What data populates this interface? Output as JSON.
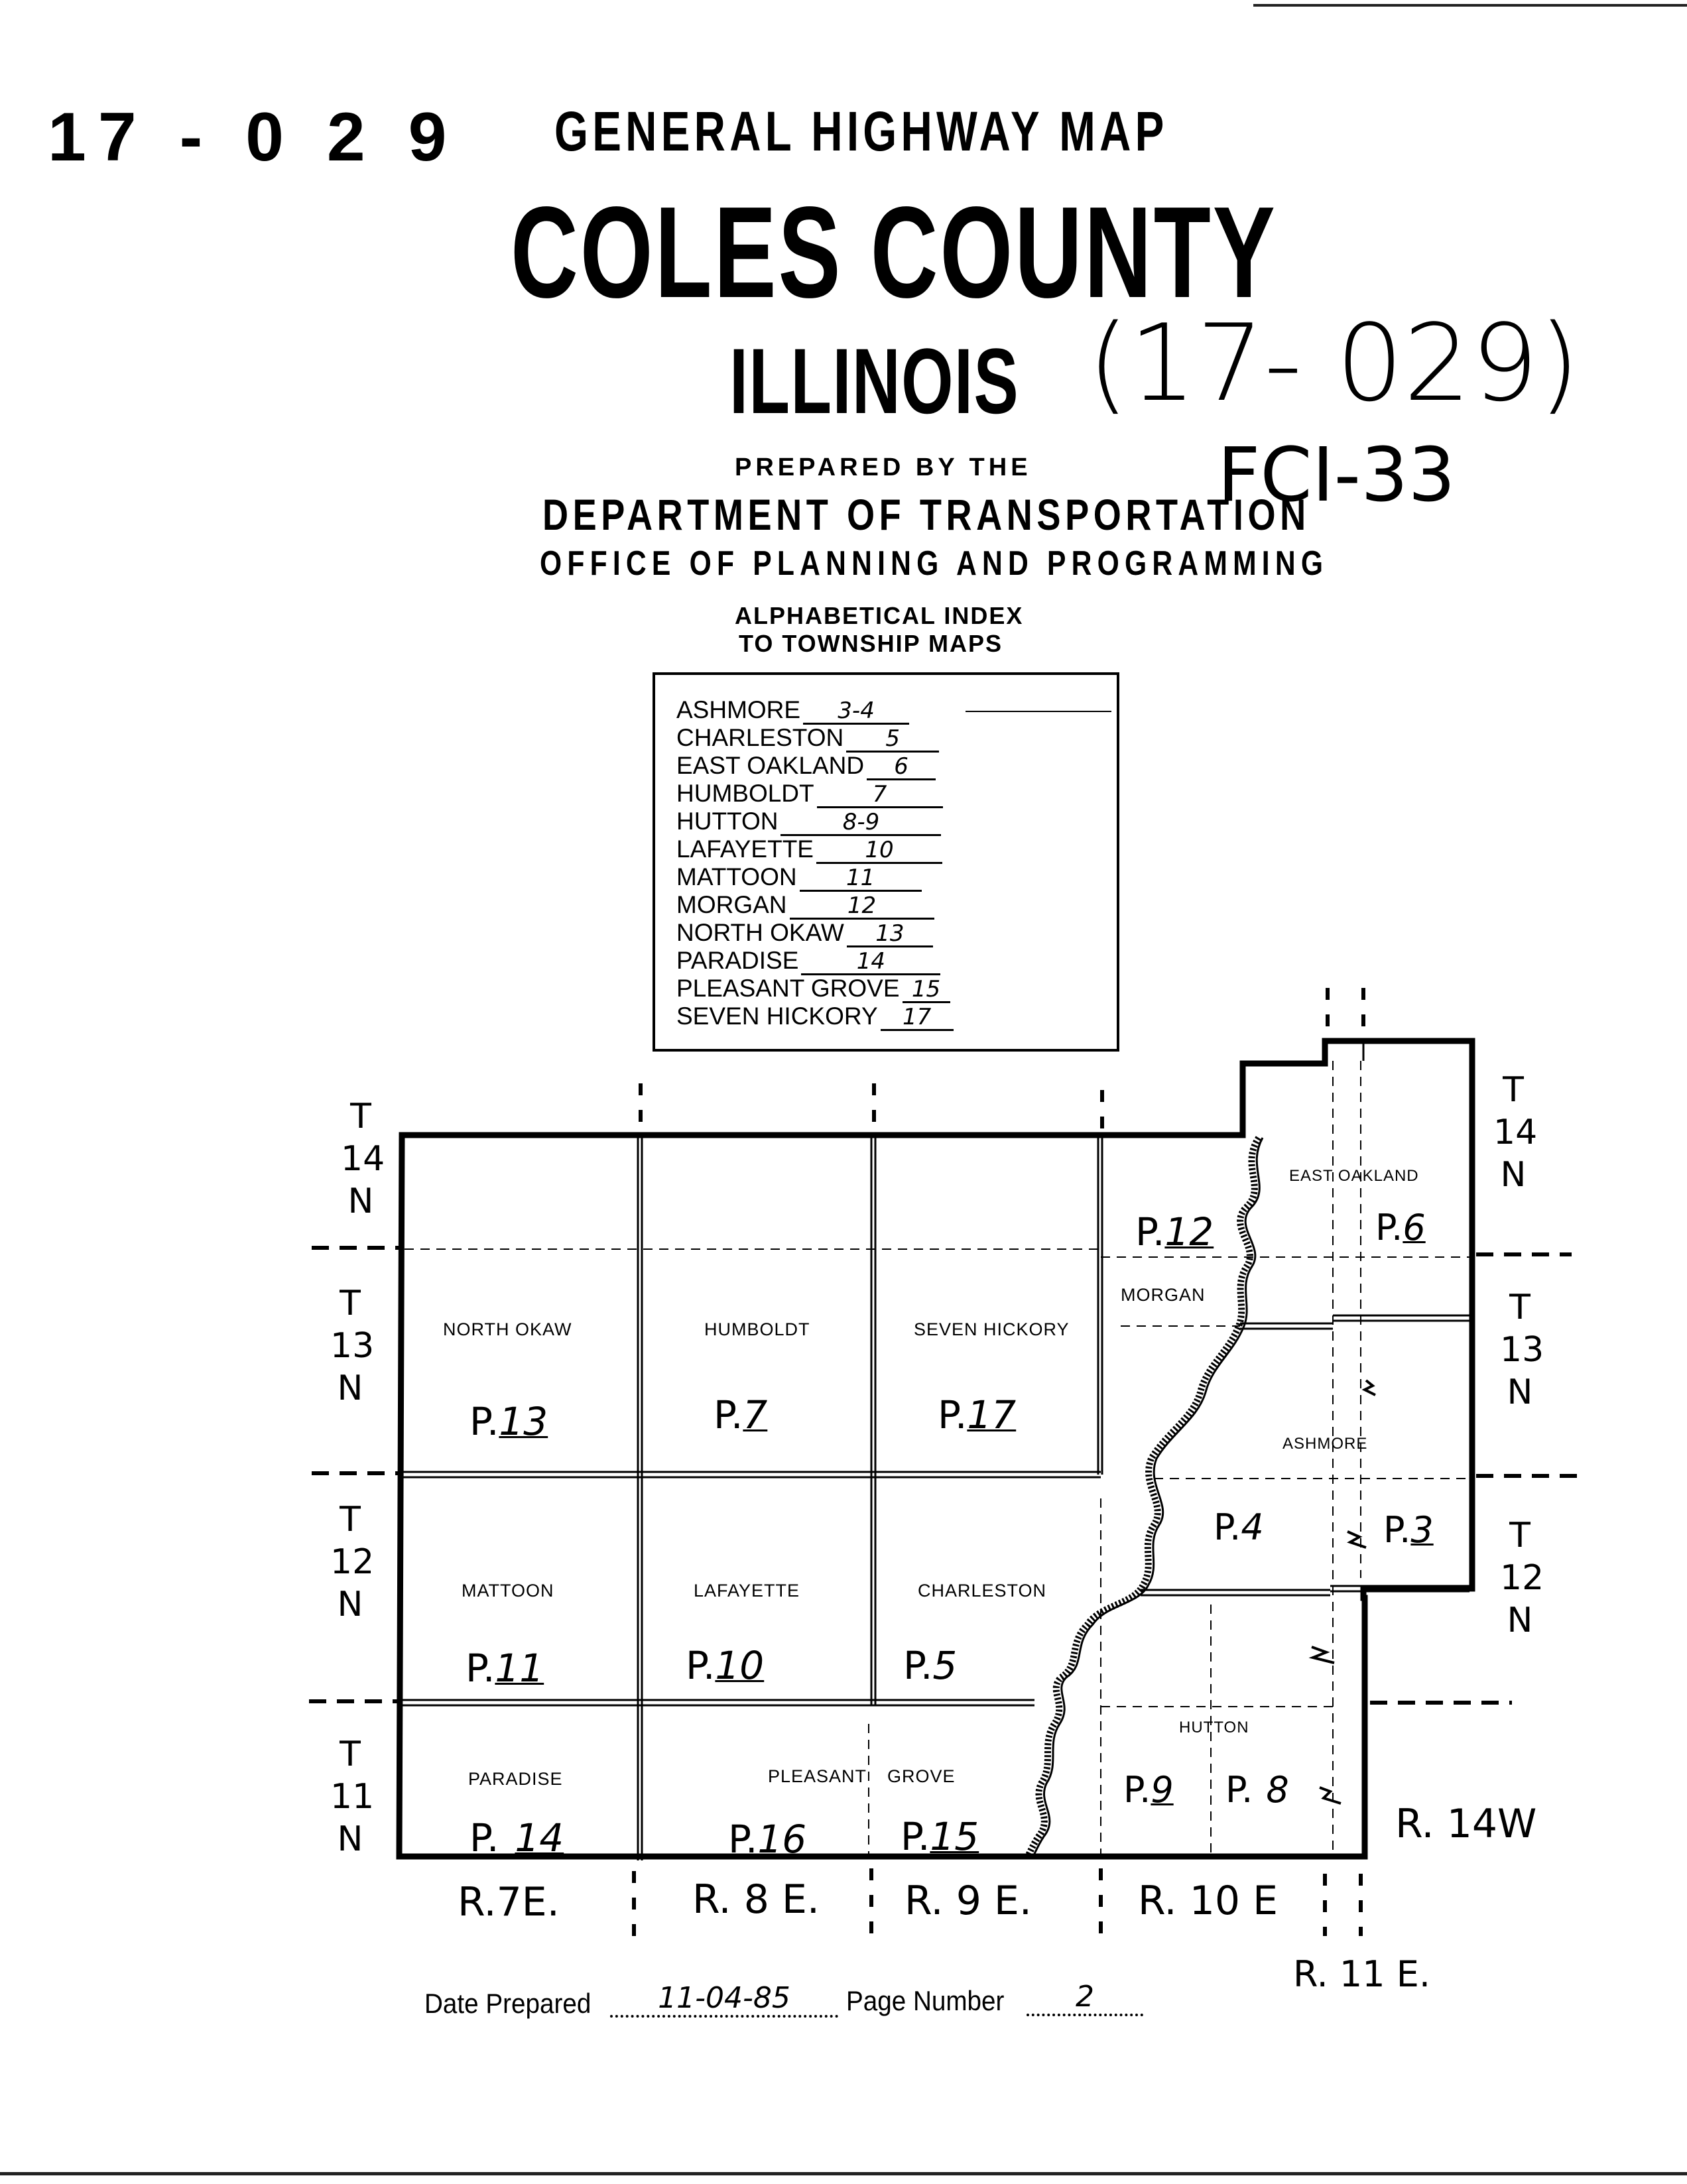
{
  "header": {
    "doc_code": "17 - 0 2 9",
    "title_line1": "GENERAL HIGHWAY MAP",
    "county": "COLES COUNTY",
    "state": "ILLINOIS",
    "handwritten_code": "(17- 029)",
    "handwritten_ref": "FCI-33",
    "prepared_by": "PREPARED BY THE",
    "department": "DEPARTMENT OF TRANSPORTATION",
    "office": "OFFICE OF PLANNING AND PROGRAMMING"
  },
  "index": {
    "heading_line1": "ALPHABETICAL INDEX",
    "heading_line2": "TO TOWNSHIP MAPS",
    "entries": [
      {
        "name": "ASHMORE",
        "page": "3-4"
      },
      {
        "name": "CHARLESTON",
        "page": "5"
      },
      {
        "name": "EAST OAKLAND",
        "page": "6"
      },
      {
        "name": "HUMBOLDT",
        "page": "7"
      },
      {
        "name": "HUTTON",
        "page": "8-9"
      },
      {
        "name": "LAFAYETTE",
        "page": "10"
      },
      {
        "name": "MATTOON",
        "page": "11"
      },
      {
        "name": "MORGAN",
        "page": "12"
      },
      {
        "name": "NORTH OKAW",
        "page": "13"
      },
      {
        "name": "PARADISE",
        "page": "14"
      },
      {
        "name": "PLEASANT GROVE",
        "page": "15"
      },
      {
        "name": "SEVEN HICKORY",
        "page": "17"
      }
    ]
  },
  "map": {
    "townships": [
      {
        "name": "NORTH OKAW",
        "page_prefix": "P.",
        "page": "13"
      },
      {
        "name": "HUMBOLDT",
        "page_prefix": "P.",
        "page": "7"
      },
      {
        "name": "SEVEN HICKORY",
        "page_prefix": "P.",
        "page": "17"
      },
      {
        "name": "MATTOON",
        "page_prefix": "P.",
        "page": "11"
      },
      {
        "name": "LAFAYETTE",
        "page_prefix": "P.",
        "page": "10"
      },
      {
        "name": "CHARLESTON",
        "page_prefix": "P.",
        "page": "5"
      },
      {
        "name": "PARADISE",
        "page_prefix": "P.",
        "page": "14"
      },
      {
        "name": "PLEASANT",
        "page_prefix": "P.",
        "page": "16"
      },
      {
        "name": "GROVE",
        "page_prefix": "P.",
        "page": "15"
      },
      {
        "name": "MORGAN",
        "page_prefix": "P.",
        "page": "12"
      },
      {
        "name": "EAST OAKLAND",
        "page_prefix": "P.",
        "page": "6"
      },
      {
        "name": "ASHMORE",
        "page_prefix": "P.",
        "page": "4"
      },
      {
        "name": "",
        "page_prefix": "P.",
        "page": "3"
      },
      {
        "name": "HUTTON",
        "page_prefix": "P.",
        "page": "9"
      },
      {
        "name": "",
        "page_prefix": "P.",
        "page": "8"
      }
    ],
    "tiers_left": [
      {
        "t": "T",
        "num": "14",
        "n": "N"
      },
      {
        "t": "T",
        "num": "13",
        "n": "N"
      },
      {
        "t": "T",
        "num": "12",
        "n": "N"
      },
      {
        "t": "T",
        "num": "11",
        "n": "N"
      }
    ],
    "tiers_right": [
      {
        "t": "T",
        "num": "14",
        "n": "N"
      },
      {
        "t": "T",
        "num": "13",
        "n": "N"
      },
      {
        "t": "T",
        "num": "12",
        "n": "N"
      }
    ],
    "ranges": [
      "R.7E.",
      "R. 8 E.",
      "R. 9 E.",
      "R. 10 E",
      "R. 11 E.",
      "R. 14W"
    ]
  },
  "footer": {
    "date_label": "Date Prepared",
    "date_value": "11-04-85",
    "page_label": "Page Number",
    "page_value": "2"
  }
}
